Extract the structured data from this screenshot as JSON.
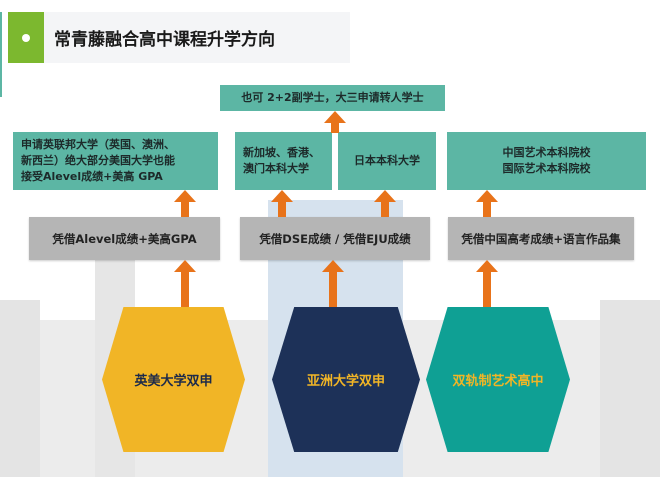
{
  "header": {
    "title": "常青藤融合高中课程升学方向"
  },
  "top_box": "也可 2+2副学士，大三申请转人学士",
  "outcomes": [
    {
      "lines": [
        "申请英联邦大学（英国、澳洲、",
        "新西兰）绝大部分美国大学也能",
        "接受Alevel成绩+美高 GPA"
      ]
    },
    {
      "lines": [
        "新加坡、香港、",
        "澳门本科大学"
      ]
    },
    {
      "lines": [
        "日本本科大学"
      ]
    },
    {
      "lines": [
        "中国艺术本科院校",
        "国际艺术本科院校"
      ]
    }
  ],
  "requirements": [
    "凭借Alevel成绩+美高GPA",
    "凭借DSE成绩 / 凭借EJU成绩",
    "凭借中国高考成绩+语言作品集"
  ],
  "programs": [
    {
      "label": "英美大学双申",
      "color": "#f1b526",
      "text_color": "#1c2a4a"
    },
    {
      "label": "亚洲大学双申",
      "color": "#1d3158",
      "text_color": "#f1b526"
    },
    {
      "label": "双轨制艺术高中",
      "color": "#0fa094",
      "text_color": "#f1b526"
    }
  ],
  "colors": {
    "accent": "#e8731a",
    "green": "#7cb82f",
    "teal": "#5cb6a4"
  }
}
